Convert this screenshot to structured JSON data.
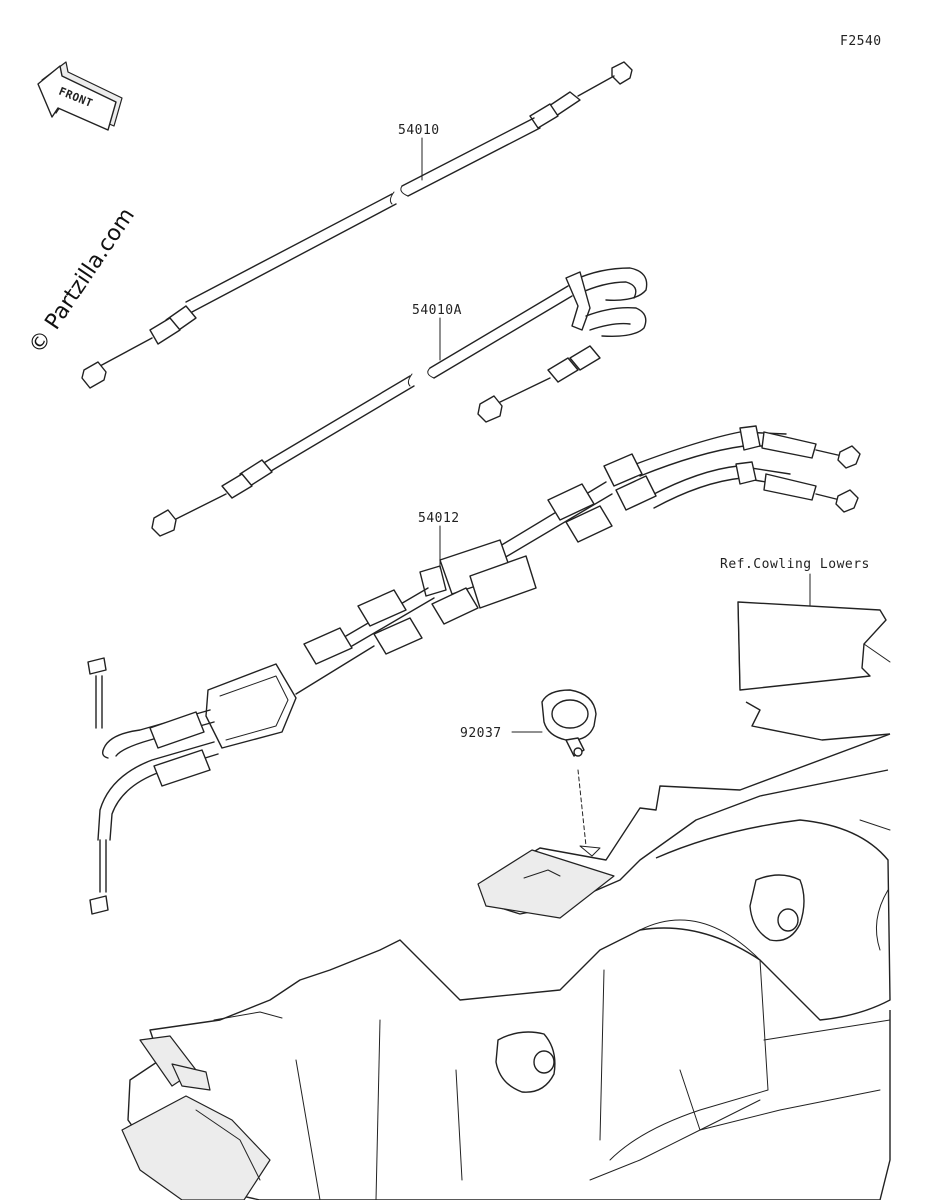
{
  "diagram": {
    "code": "F2540",
    "watermark": "© Partzilla.com",
    "front_label": "FRONT",
    "reference_note": "Ref.Cowling Lowers",
    "parts": [
      {
        "id": "54010"
      },
      {
        "id": "54010A"
      },
      {
        "id": "54012"
      },
      {
        "id": "92037"
      }
    ]
  }
}
